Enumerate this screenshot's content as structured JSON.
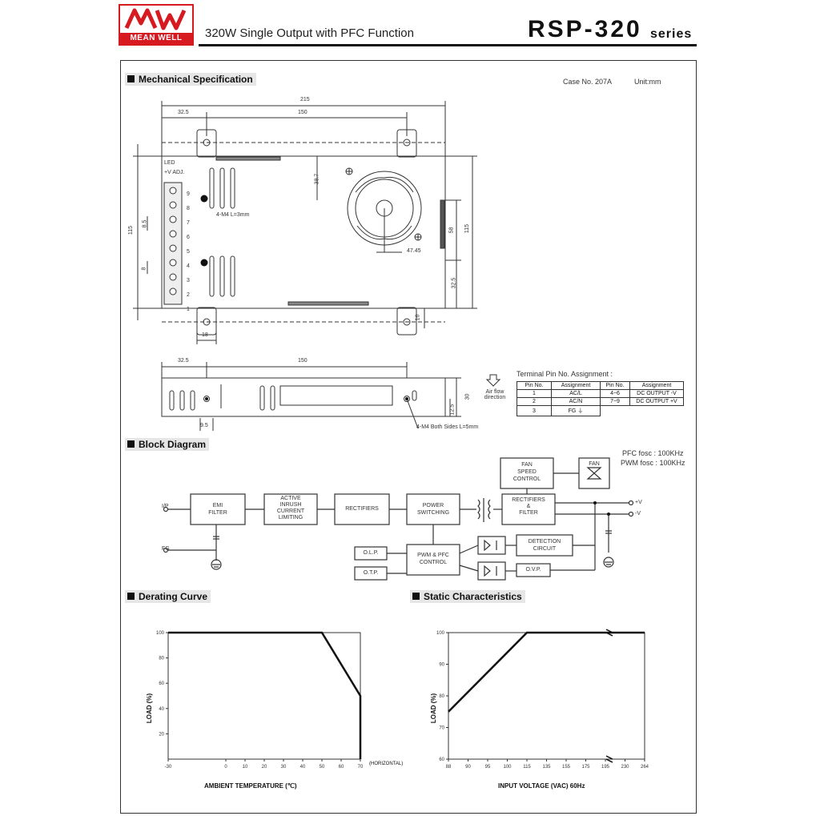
{
  "header": {
    "logo_text": "MEAN WELL",
    "subtitle": "320W Single Output with PFC Function",
    "model": "RSP-320",
    "series": "series"
  },
  "mechanical": {
    "title": "Mechanical Specification",
    "case_no": "Case No. 207A",
    "unit": "Unit:mm",
    "dims": {
      "overall_width": "215",
      "left_offset": "32.5",
      "hole_span": "150",
      "height": "115",
      "fan_offset": "38.7",
      "fan_height": "58",
      "right_height": "115",
      "fan_x": "47.45",
      "bottom_offset": "32.5",
      "foot": "16",
      "foot_w": "18",
      "pitch1": "8.5",
      "pitch2": "8",
      "screw_note": "4-M4 L=3mm",
      "side_left": "32.5",
      "side_span": "150",
      "side_h": "30",
      "side_small": "12.5",
      "side_pitch": "9.5",
      "side_screw": "4-M4 Both Sides L=5mm"
    },
    "led_label": "LED",
    "vadj_label": "+V ADJ.",
    "pins": [
      "9",
      "8",
      "7",
      "6",
      "5",
      "4",
      "3",
      "2",
      "1"
    ],
    "airflow": "Air flow direction"
  },
  "terminal": {
    "title": "Terminal Pin No. Assignment :",
    "headers": [
      "Pin No.",
      "Assignment",
      "Pin No.",
      "Assignment"
    ],
    "rows": [
      [
        "1",
        "AC/L",
        "4~6",
        "DC OUTPUT -V"
      ],
      [
        "2",
        "AC/N",
        "7~9",
        "DC OUTPUT +V"
      ],
      [
        "3",
        "FG ⏚",
        "",
        ""
      ]
    ]
  },
  "block": {
    "title": "Block Diagram",
    "pfc_fosc": "PFC fosc : 100KHz",
    "pwm_fosc": "PWM fosc : 100KHz",
    "ip_label": "I/P",
    "fg_label": "FG",
    "emi": [
      "EMI",
      "FILTER"
    ],
    "inrush": [
      "ACTIVE",
      "INRUSH",
      "CURRENT",
      "LIMITING"
    ],
    "rectifiers": "RECTIFIERS",
    "power": [
      "POWER",
      "SWITCHING"
    ],
    "rect_filter": [
      "RECTIFIERS",
      "&",
      "FILTER"
    ],
    "fan_speed": [
      "FAN",
      "SPEED",
      "CONTROL"
    ],
    "fan": "FAN",
    "olp": "O.L.P.",
    "otp": "O.T.P.",
    "pwm": [
      "PWM & PFC",
      "CONTROL"
    ],
    "detection": [
      "DETECTION",
      "CIRCUIT"
    ],
    "ovp": "O.V.P.",
    "plus_v": "+V",
    "minus_v": "-V"
  },
  "derating": {
    "title": "Derating Curve",
    "ylabel": "LOAD (%)",
    "xlabel": "AMBIENT TEMPERATURE (℃)",
    "x_unit_note": "(HORIZONTAL)"
  },
  "static": {
    "title": "Static Characteristics",
    "ylabel": "LOAD (%)",
    "xlabel": "INPUT VOLTAGE (VAC) 60Hz"
  },
  "chart_data": [
    {
      "type": "line",
      "title": "Derating Curve",
      "xlabel": "AMBIENT TEMPERATURE (℃)",
      "ylabel": "LOAD (%)",
      "x_ticks": [
        "-30",
        "0",
        "10",
        "20",
        "30",
        "40",
        "50",
        "60",
        "70"
      ],
      "y_ticks": [
        "20",
        "40",
        "60",
        "80",
        "100"
      ],
      "xlim": [
        -30,
        70
      ],
      "ylim": [
        0,
        100
      ],
      "grid": false,
      "series": [
        {
          "x": [
            -30,
            50,
            70,
            70
          ],
          "y": [
            100,
            100,
            50,
            0
          ]
        }
      ]
    },
    {
      "type": "line",
      "title": "Static Characteristics",
      "xlabel": "INPUT VOLTAGE (VAC) 60Hz",
      "ylabel": "LOAD (%)",
      "x_ticks": [
        "88",
        "90",
        "95",
        "100",
        "115",
        "135",
        "155",
        "175",
        "195",
        "230",
        "264"
      ],
      "y_ticks": [
        "60",
        "70",
        "80",
        "90",
        "100"
      ],
      "ylim": [
        60,
        100
      ],
      "grid": false,
      "series": [
        {
          "x": [
            "88",
            "115",
            "264"
          ],
          "y": [
            75,
            100,
            100
          ]
        }
      ]
    }
  ]
}
